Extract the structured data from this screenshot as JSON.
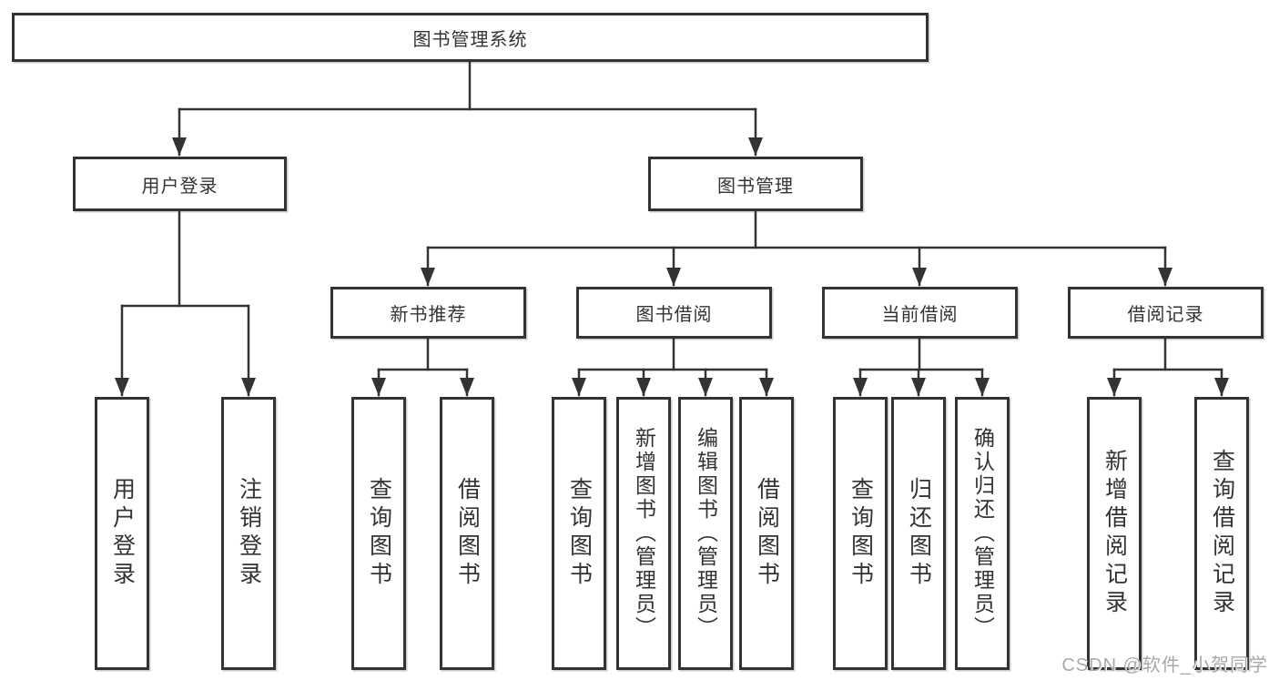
{
  "diagram": {
    "root": {
      "label": "图书管理系统"
    },
    "level2": [
      {
        "label": "用户登录"
      },
      {
        "label": "图书管理"
      }
    ],
    "level3": [
      {
        "label": "新书推荐",
        "parent": "图书管理"
      },
      {
        "label": "图书借阅",
        "parent": "图书管理"
      },
      {
        "label": "当前借阅",
        "parent": "图书管理"
      },
      {
        "label": "借阅记录",
        "parent": "图书管理"
      }
    ],
    "leaves": [
      {
        "label": "用户登录",
        "parent": "用户登录"
      },
      {
        "label": "注销登录",
        "parent": "用户登录"
      },
      {
        "label": "查询图书",
        "parent": "新书推荐"
      },
      {
        "label": "借阅图书",
        "parent": "新书推荐"
      },
      {
        "label": "查询图书",
        "parent": "图书借阅"
      },
      {
        "label": "新增图书（管理员）",
        "parent": "图书借阅"
      },
      {
        "label": "编辑图书（管理员）",
        "parent": "图书借阅"
      },
      {
        "label": "借阅图书",
        "parent": "图书借阅"
      },
      {
        "label": "查询图书",
        "parent": "当前借阅"
      },
      {
        "label": "归还图书",
        "parent": "当前借阅"
      },
      {
        "label": "确认归还（管理员）",
        "parent": "当前借阅"
      },
      {
        "label": "新增借阅记录",
        "parent": "借阅记录"
      },
      {
        "label": "查询借阅记录",
        "parent": "借阅记录"
      }
    ],
    "colors": {
      "line": "#333333",
      "box_border": "#333333",
      "box_fill": "#ffffff",
      "text": "#333333",
      "watermark": "#a9a9a9"
    },
    "watermark": {
      "text": "CSDN @软件_小贺同学"
    }
  }
}
